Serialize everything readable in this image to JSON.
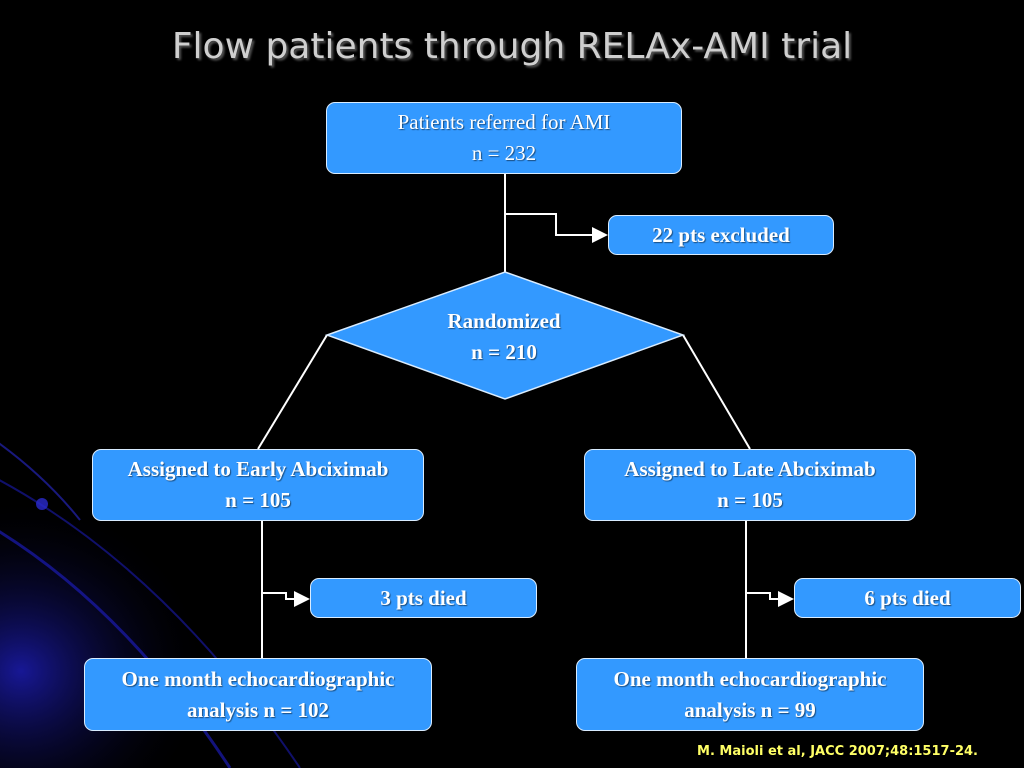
{
  "title": "Flow patients through RELAx-AMI trial",
  "top_box": {
    "line1": "Patients referred for AMI",
    "line2": "n = 232"
  },
  "excluded_box": {
    "label": "22 pts excluded"
  },
  "randomized": {
    "line1": "Randomized",
    "line2": "n = 210"
  },
  "early_arm": {
    "assigned": {
      "line1": "Assigned to Early Abciximab",
      "line2": "n = 105"
    },
    "died": {
      "label": "3 pts died"
    },
    "analysis": {
      "line1": "One month echocardiographic",
      "line2": "analysis n = 102"
    }
  },
  "late_arm": {
    "assigned": {
      "line1": "Assigned to Late Abciximab",
      "line2": "n = 105"
    },
    "died": {
      "label": "6 pts died"
    },
    "analysis": {
      "line1": "One month echocardiographic",
      "line2": "analysis n = 99"
    }
  },
  "citation": "M. Maioli et al, JACC 2007;48:1517-24.",
  "colors": {
    "box_fill": "#3399ff",
    "background": "#000000",
    "line": "#ffffff",
    "citation": "#ffff66"
  }
}
